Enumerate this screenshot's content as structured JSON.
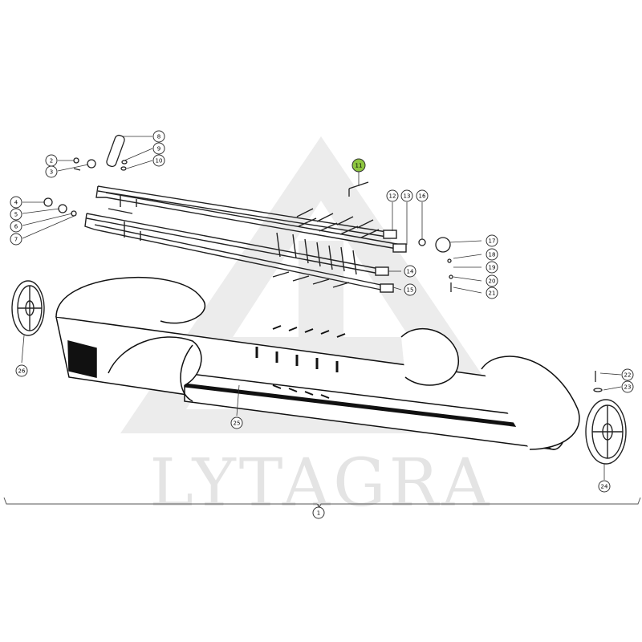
{
  "diagram": {
    "watermark": "LYTAGRA",
    "highlight_color": "#8dc63f",
    "callouts": [
      {
        "id": "1",
        "label": "1"
      },
      {
        "id": "2",
        "label": "2"
      },
      {
        "id": "3",
        "label": "3"
      },
      {
        "id": "4",
        "label": "4"
      },
      {
        "id": "5",
        "label": "5"
      },
      {
        "id": "6",
        "label": "6"
      },
      {
        "id": "7",
        "label": "7"
      },
      {
        "id": "8",
        "label": "8"
      },
      {
        "id": "9",
        "label": "9"
      },
      {
        "id": "10",
        "label": "10"
      },
      {
        "id": "11",
        "label": "11",
        "highlighted": true
      },
      {
        "id": "12",
        "label": "12"
      },
      {
        "id": "13",
        "label": "13"
      },
      {
        "id": "14",
        "label": "14"
      },
      {
        "id": "15",
        "label": "15"
      },
      {
        "id": "16",
        "label": "16"
      },
      {
        "id": "17",
        "label": "17"
      },
      {
        "id": "18",
        "label": "18"
      },
      {
        "id": "19",
        "label": "19"
      },
      {
        "id": "20",
        "label": "20"
      },
      {
        "id": "21",
        "label": "21"
      },
      {
        "id": "22",
        "label": "22"
      },
      {
        "id": "23",
        "label": "23"
      },
      {
        "id": "24",
        "label": "24"
      },
      {
        "id": "25",
        "label": "25"
      },
      {
        "id": "26",
        "label": "26"
      }
    ]
  }
}
